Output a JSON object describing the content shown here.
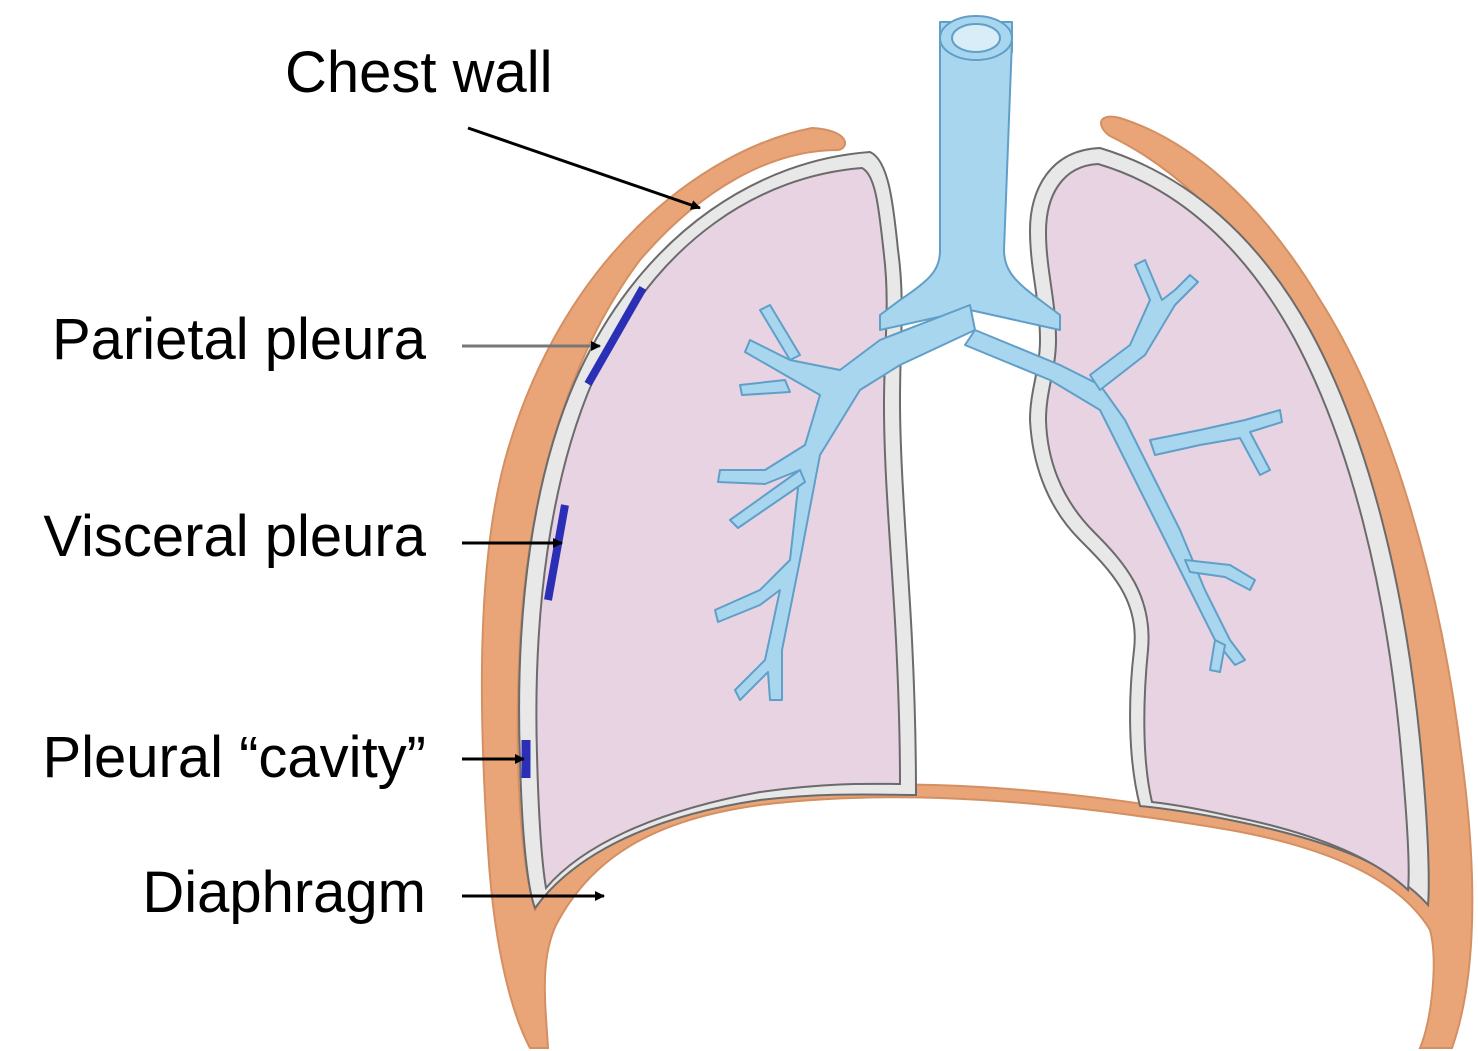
{
  "labels": {
    "chest_wall": "Chest wall",
    "parietal_pleura": "Parietal pleura",
    "visceral_pleura": "Visceral pleura",
    "pleural_cavity": "Pleural “cavity”",
    "diaphragm": "Diaphragm"
  },
  "colors": {
    "chest_wall": "#e9a478",
    "pleura": "#e9e8e8",
    "pleura_edge": "#6b6b6b",
    "lung": "#e8d3e3",
    "airway": "#a9d6ef",
    "airway_edge": "#5f9fc8",
    "pleura_marker": "#2b2fb5",
    "arrow": "#000000"
  }
}
